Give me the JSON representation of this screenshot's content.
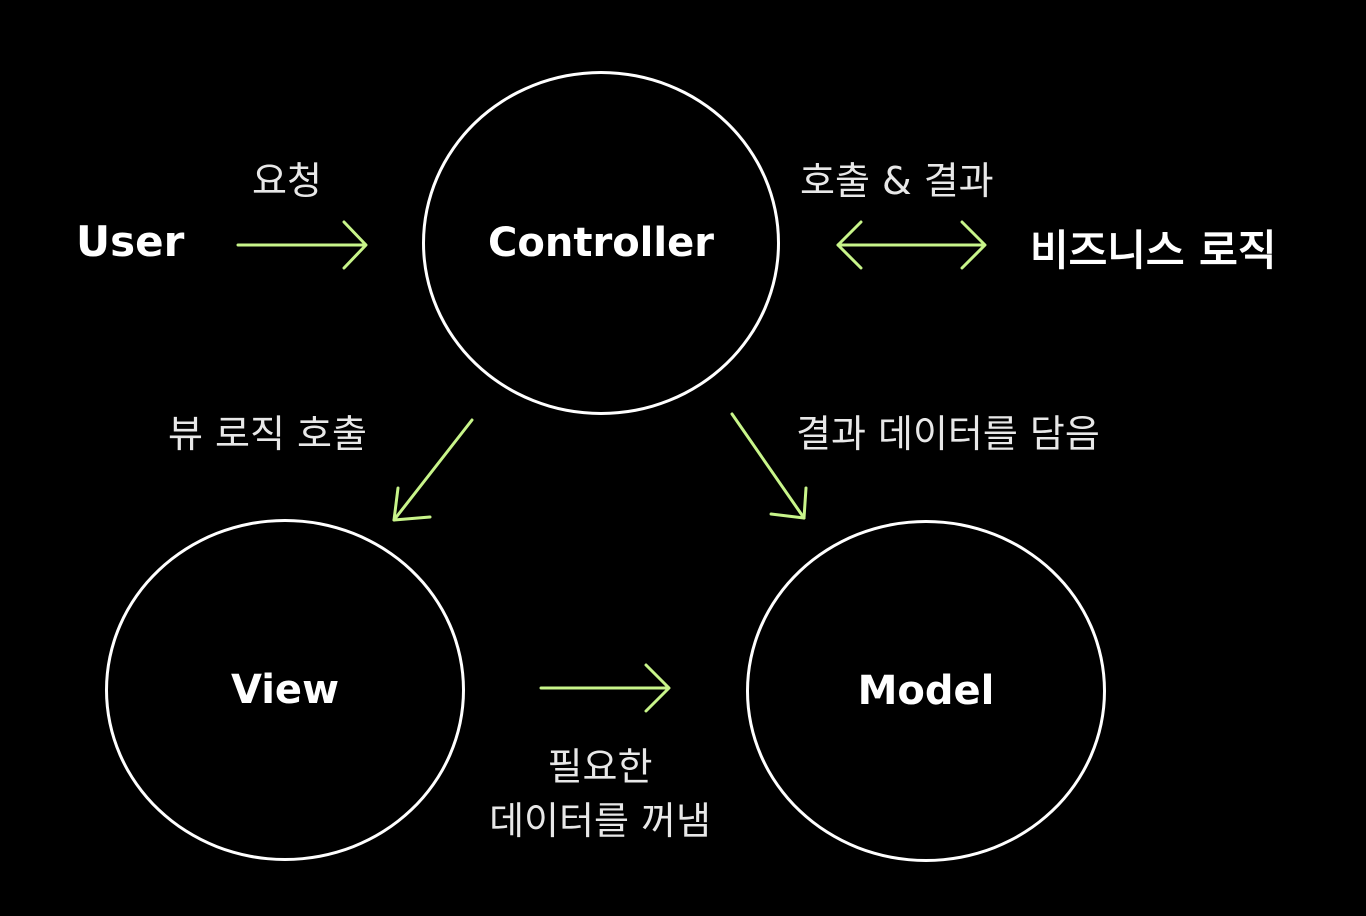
{
  "nodes": {
    "controller": "Controller",
    "view": "View",
    "model": "Model"
  },
  "actors": {
    "user": "User",
    "business_logic": "비즈니스 로직"
  },
  "edges": {
    "request": "요청",
    "call_and_result": "호출 & 결과",
    "view_logic_call": "뷰 로직 호출",
    "store_result_data": "결과 데이터를 담음",
    "fetch_needed_data_line1": "필요한",
    "fetch_needed_data_line2": "데이터를 꺼냄"
  },
  "colors": {
    "background": "#000000",
    "node_stroke": "#ffffff",
    "arrow": "#c8f58a"
  }
}
